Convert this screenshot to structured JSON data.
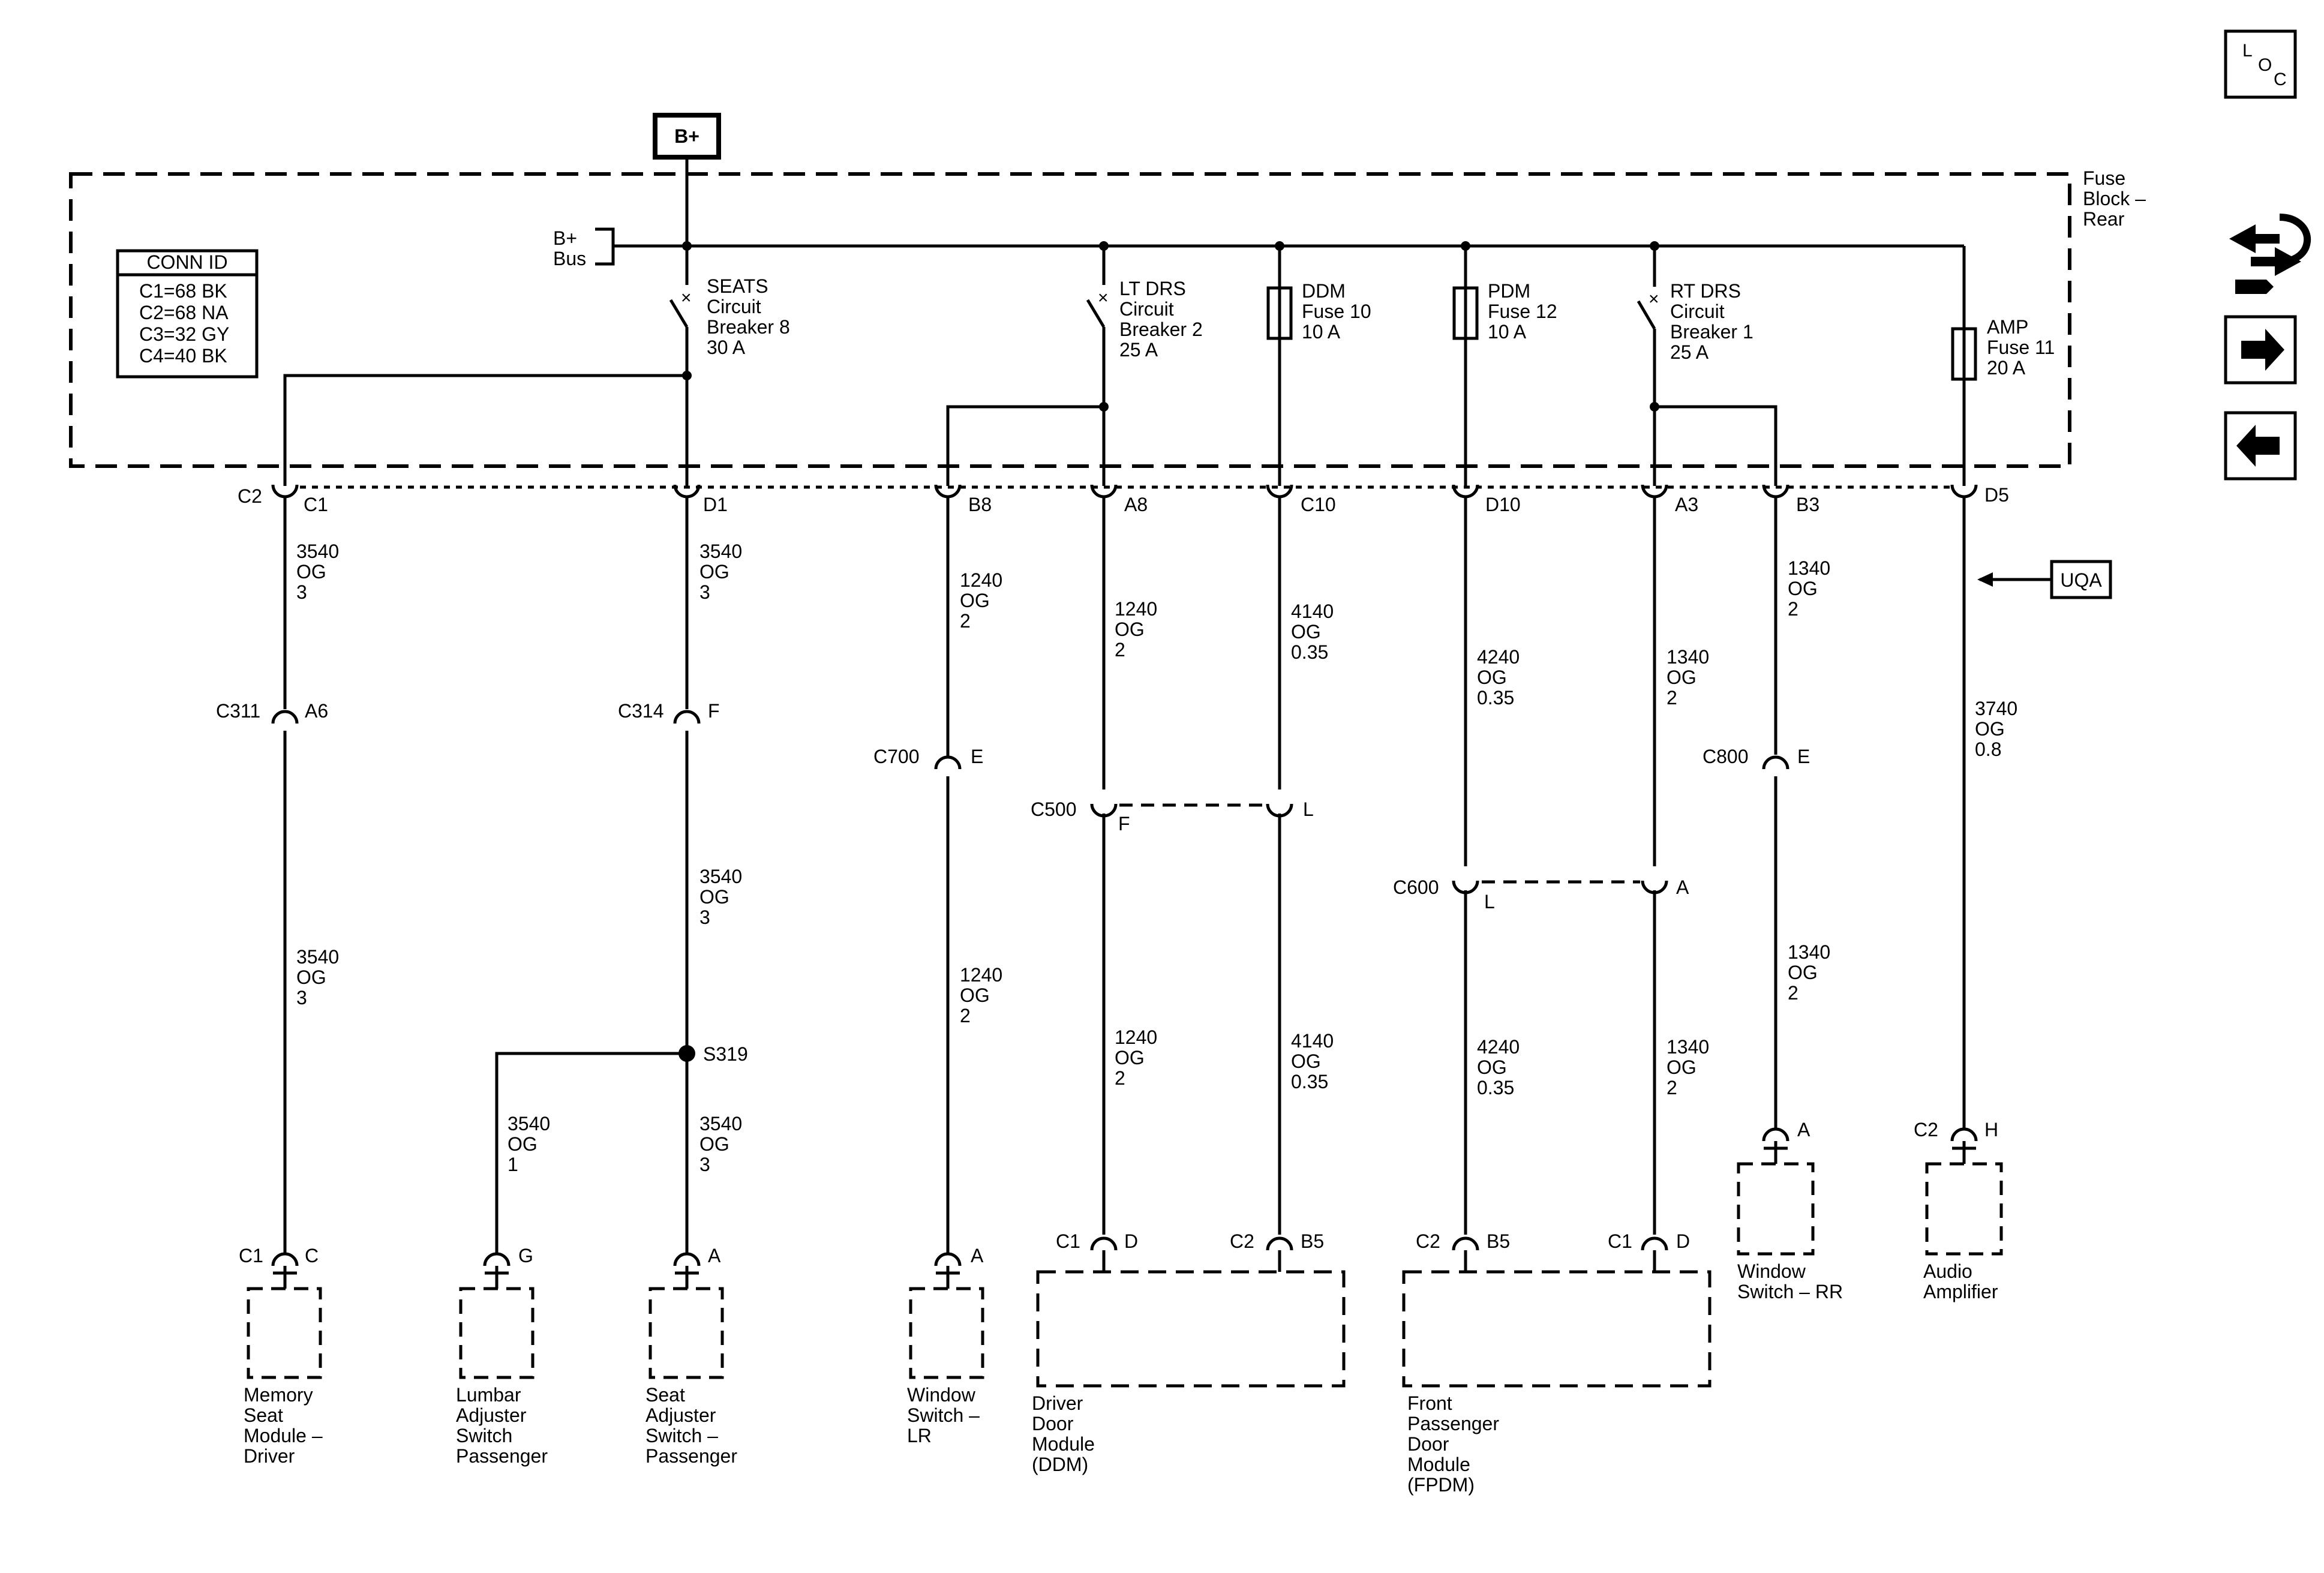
{
  "power": {
    "source": "B+",
    "bus": [
      "B+",
      "Bus"
    ]
  },
  "fuse_block": {
    "label": [
      "Fuse",
      "Block –",
      "Rear"
    ]
  },
  "conn_id": {
    "title": "CONN ID",
    "rows": [
      "C1=68 BK",
      "C2=68 NA",
      "C3=32 GY",
      "C4=40 BK"
    ]
  },
  "devices": {
    "seats": [
      "SEATS",
      "Circuit",
      "Breaker 8",
      "30 A"
    ],
    "lt_drs": [
      "LT DRS",
      "Circuit",
      "Breaker 2",
      "25 A"
    ],
    "ddm_fuse": [
      "DDM",
      "Fuse 10",
      "10 A"
    ],
    "pdm_fuse": [
      "PDM",
      "Fuse 12",
      "10 A"
    ],
    "rt_drs": [
      "RT DRS",
      "Circuit",
      "Breaker 1",
      "25 A"
    ],
    "amp_fuse": [
      "AMP",
      "Fuse 11",
      "20 A"
    ]
  },
  "fuse_block_pins": {
    "c2": "C2",
    "c1": "C1",
    "d1": "D1",
    "b8": "B8",
    "a8": "A8",
    "c10": "C10",
    "d10": "D10",
    "a3": "A3",
    "b3": "B3",
    "d5": "D5"
  },
  "wires": {
    "c1_top": [
      "3540",
      "OG",
      "3"
    ],
    "d1_top": [
      "3540",
      "OG",
      "3"
    ],
    "b8_top": [
      "1240",
      "OG",
      "2"
    ],
    "a8_top": [
      "1240",
      "OG",
      "2"
    ],
    "c10_top": [
      "4140",
      "OG",
      "0.35"
    ],
    "d10_top": [
      "4240",
      "OG",
      "0.35"
    ],
    "a3_top": [
      "1340",
      "OG",
      "2"
    ],
    "b3_top": [
      "1340",
      "OG",
      "2"
    ],
    "d5_top": [
      "3740",
      "OG",
      "0.8"
    ],
    "c311_bot": [
      "3540",
      "OG",
      "3"
    ],
    "c314_mid": [
      "3540",
      "OG",
      "3"
    ],
    "s319_left": [
      "3540",
      "OG",
      "1"
    ],
    "s319_right": [
      "3540",
      "OG",
      "3"
    ],
    "c700_bot": [
      "1240",
      "OG",
      "2"
    ],
    "c500_left": [
      "1240",
      "OG",
      "2"
    ],
    "c500_right": [
      "4140",
      "OG",
      "0.35"
    ],
    "c600_left": [
      "4240",
      "OG",
      "0.35"
    ],
    "c600_right": [
      "1340",
      "OG",
      "2"
    ],
    "c800_bot": [
      "1340",
      "OG",
      "2"
    ]
  },
  "inline_connectors": {
    "c311": {
      "name": "C311",
      "pin": "A6"
    },
    "c314": {
      "name": "C314",
      "pin": "F"
    },
    "c700": {
      "name": "C700",
      "pin": "E"
    },
    "c500": {
      "name": "C500",
      "pin_left": "F",
      "pin_right": "L"
    },
    "c600": {
      "name": "C600",
      "pin_left": "L",
      "pin_right": "A"
    },
    "c800": {
      "name": "C800",
      "pin": "E"
    }
  },
  "splice": {
    "name": "S319"
  },
  "option": {
    "code": "UQA"
  },
  "components": {
    "memory_seat": {
      "conn": "C1",
      "pin": "C",
      "label": [
        "Memory",
        "Seat",
        "Module –",
        "Driver"
      ]
    },
    "lumbar": {
      "pin": "G",
      "label": [
        "Lumbar",
        "Adjuster",
        "Switch",
        "Passenger"
      ]
    },
    "seat_adjuster": {
      "pin": "A",
      "label": [
        "Seat",
        "Adjuster",
        "Switch –",
        "Passenger"
      ]
    },
    "window_lr": {
      "pin": "A",
      "label": [
        "Window",
        "Switch –",
        "LR"
      ]
    },
    "ddm": {
      "conn_left": "C1",
      "pin_left": "D",
      "conn_right": "C2",
      "pin_right": "B5",
      "label": [
        "Driver",
        "Door",
        "Module",
        "(DDM)"
      ]
    },
    "fpdm": {
      "conn_left": "C2",
      "pin_left": "B5",
      "conn_right": "C1",
      "pin_right": "D",
      "label": [
        "Front",
        "Passenger",
        "Door",
        "Module",
        "(FPDM)"
      ]
    },
    "window_rr": {
      "pin": "A",
      "label": [
        "Window",
        "Switch – RR"
      ]
    },
    "audio_amp": {
      "conn": "C2",
      "pin": "H",
      "label": [
        "Audio",
        "Amplifier"
      ]
    }
  },
  "nav": {
    "loc": {
      "l": "L",
      "o": "O",
      "c": "C"
    }
  }
}
